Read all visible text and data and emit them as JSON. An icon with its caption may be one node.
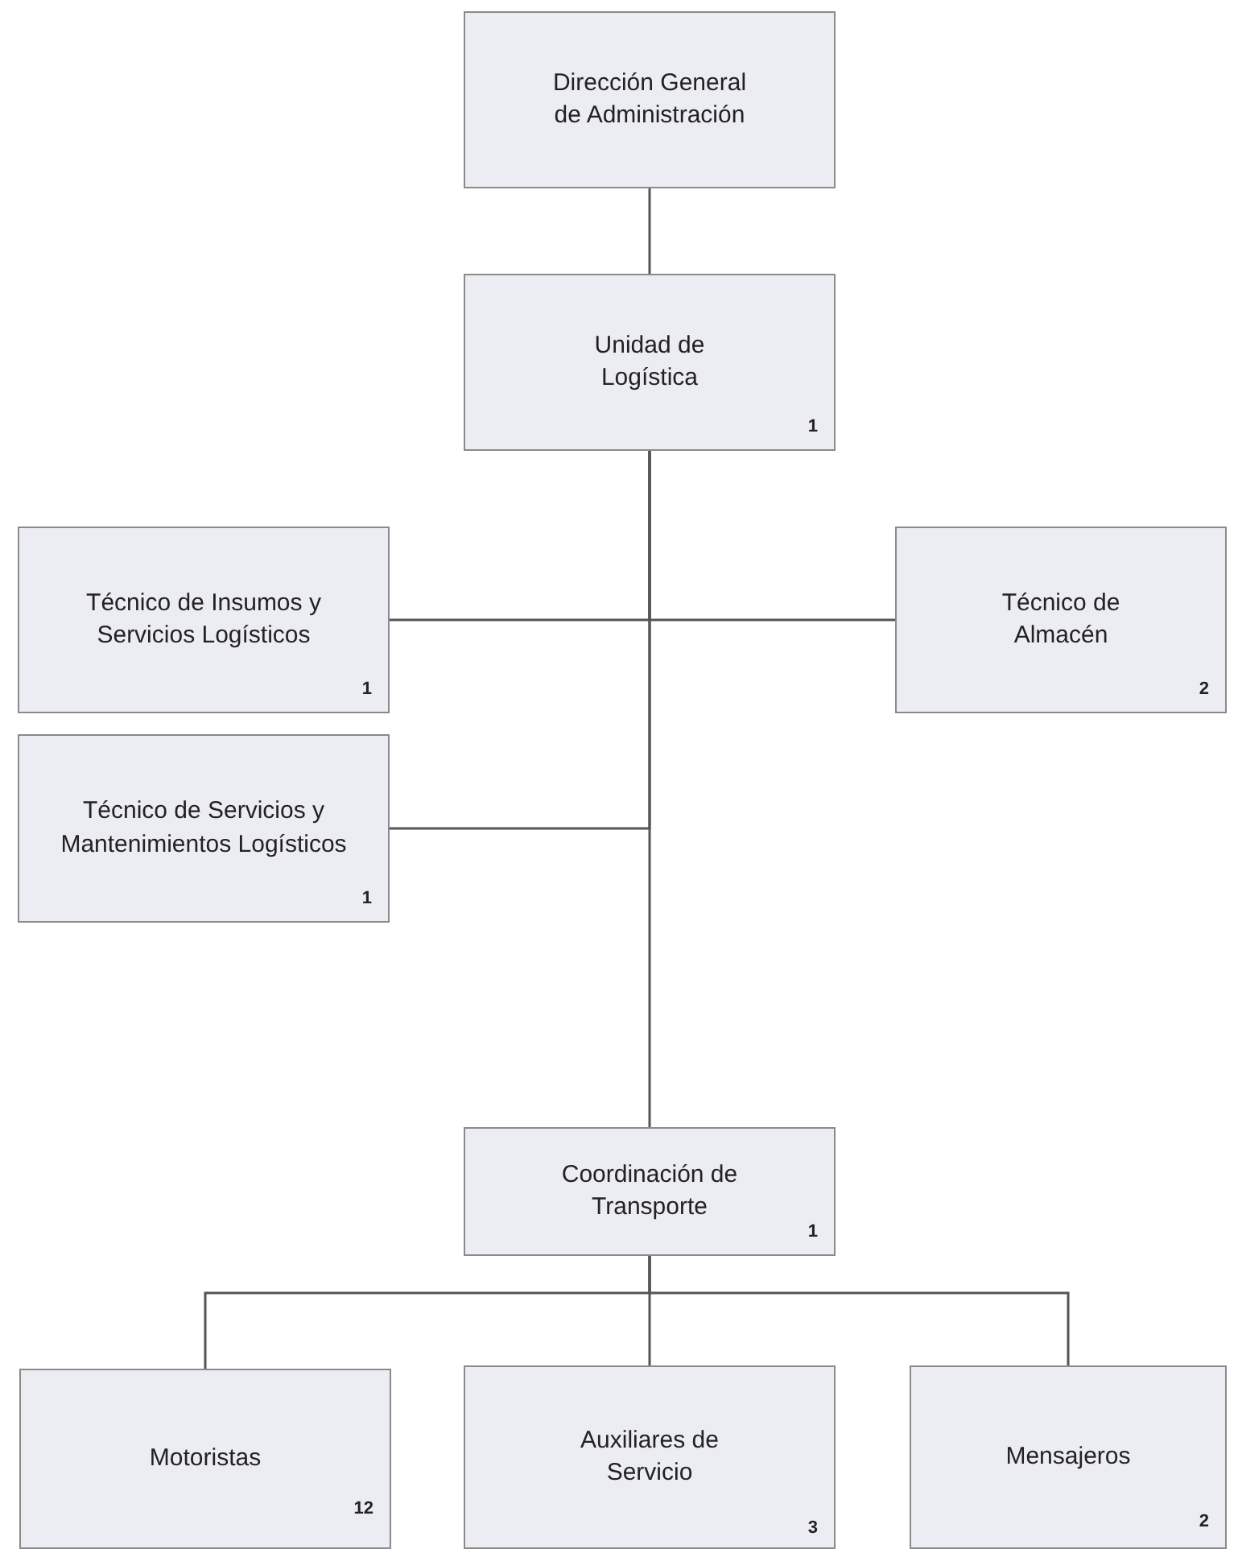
{
  "diagram": {
    "nodes": [
      {
        "text": [
          "Dirección General de Administración"
        ]
      },
      {
        "text": [
          "Unidad de Logística",
          "1"
        ]
      },
      {
        "text": [
          "Técnico de Insumos y Servicios Logísticos",
          "1"
        ]
      },
      {
        "text": [
          "Técnico de Almacén",
          "2"
        ]
      },
      {
        "text": [
          "Técnico de Servicios y Mantenimientos Logísticos",
          "1"
        ]
      },
      {
        "text": [
          "Coordinación de Transporte",
          "1"
        ]
      },
      {
        "text": [
          "Motoristas",
          "12"
        ]
      },
      {
        "text": [
          "Auxiliares de Servicio",
          "3"
        ]
      },
      {
        "text": [
          "Mensajeros",
          "2"
        ]
      }
    ],
    "edges": [
      {
        "from": 0,
        "to": 1,
        "arrow": "none"
      },
      {
        "from": 1,
        "to": 2,
        "arrow": "none"
      },
      {
        "from": 1,
        "to": 3,
        "arrow": "none"
      },
      {
        "from": 1,
        "to": 4,
        "arrow": "none"
      },
      {
        "from": 1,
        "to": 5,
        "arrow": "none"
      },
      {
        "from": 5,
        "to": 6,
        "arrow": "none"
      },
      {
        "from": 5,
        "to": 7,
        "arrow": "none"
      },
      {
        "from": 5,
        "to": 8,
        "arrow": "none"
      }
    ]
  }
}
